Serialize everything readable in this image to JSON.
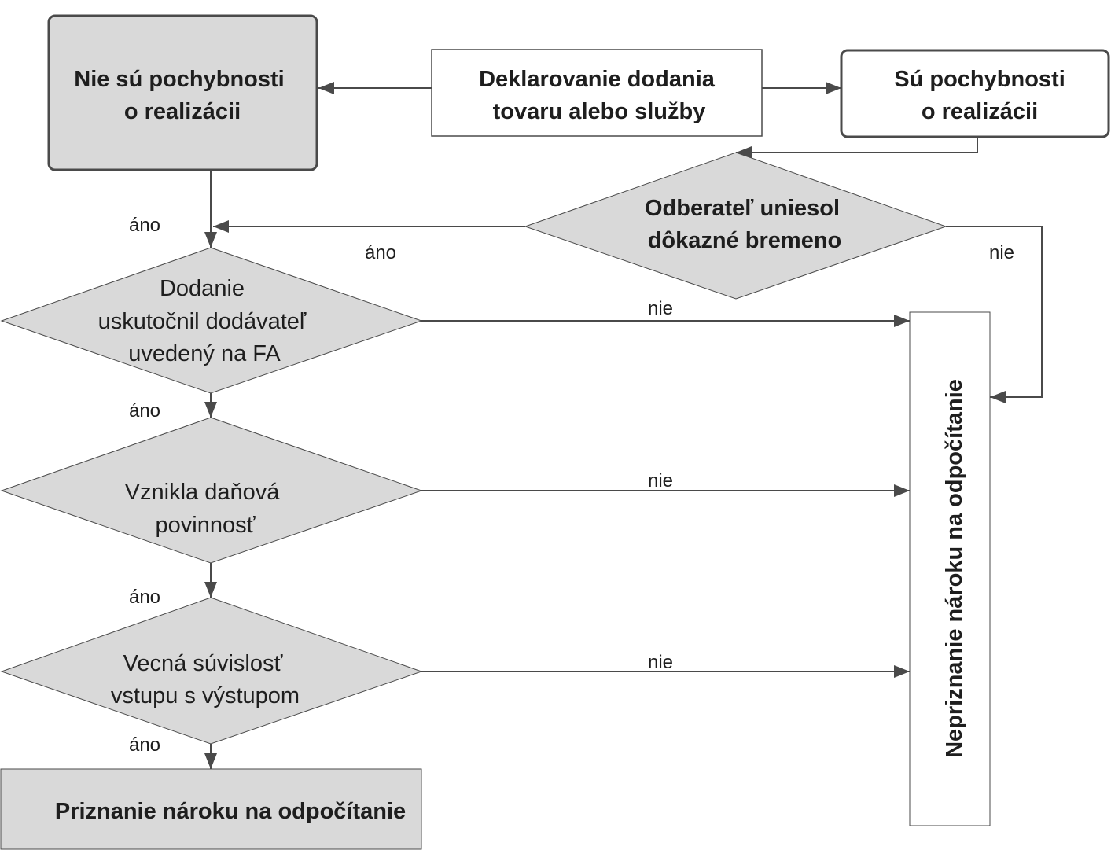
{
  "colors": {
    "box_fill_gray": "#d9d9d9",
    "box_fill_white": "#ffffff",
    "stroke": "#4a4a4a",
    "text": "#1e1e1e"
  },
  "nodes": {
    "no_doubts": {
      "line1": "Nie sú pochybnosti",
      "line2": "o realizácii"
    },
    "declaration": {
      "line1": "Deklarovanie dodania",
      "line2": "tovaru alebo služby"
    },
    "doubts": {
      "line1": "Sú pochybnosti",
      "line2": "o realizácii"
    },
    "burden": {
      "line1": "Odberateľ uniesol",
      "line2": "dôkazné bremeno"
    },
    "supplier": {
      "line1": "Dodanie",
      "line2": "uskutočnil dodávateľ",
      "line3": "uvedený na FA"
    },
    "tax_liability": {
      "line1": "Vznikla daňová",
      "line2": "povinnosť"
    },
    "relation": {
      "line1": "Vecná súvislosť",
      "line2": "vstupu s výstupom"
    },
    "granted": {
      "label": "Priznanie nároku na odpočítanie"
    },
    "denied": {
      "label": "Nepriznanie nároku na odpočítanie"
    }
  },
  "edge_labels": {
    "yes": "áno",
    "no": "nie"
  }
}
